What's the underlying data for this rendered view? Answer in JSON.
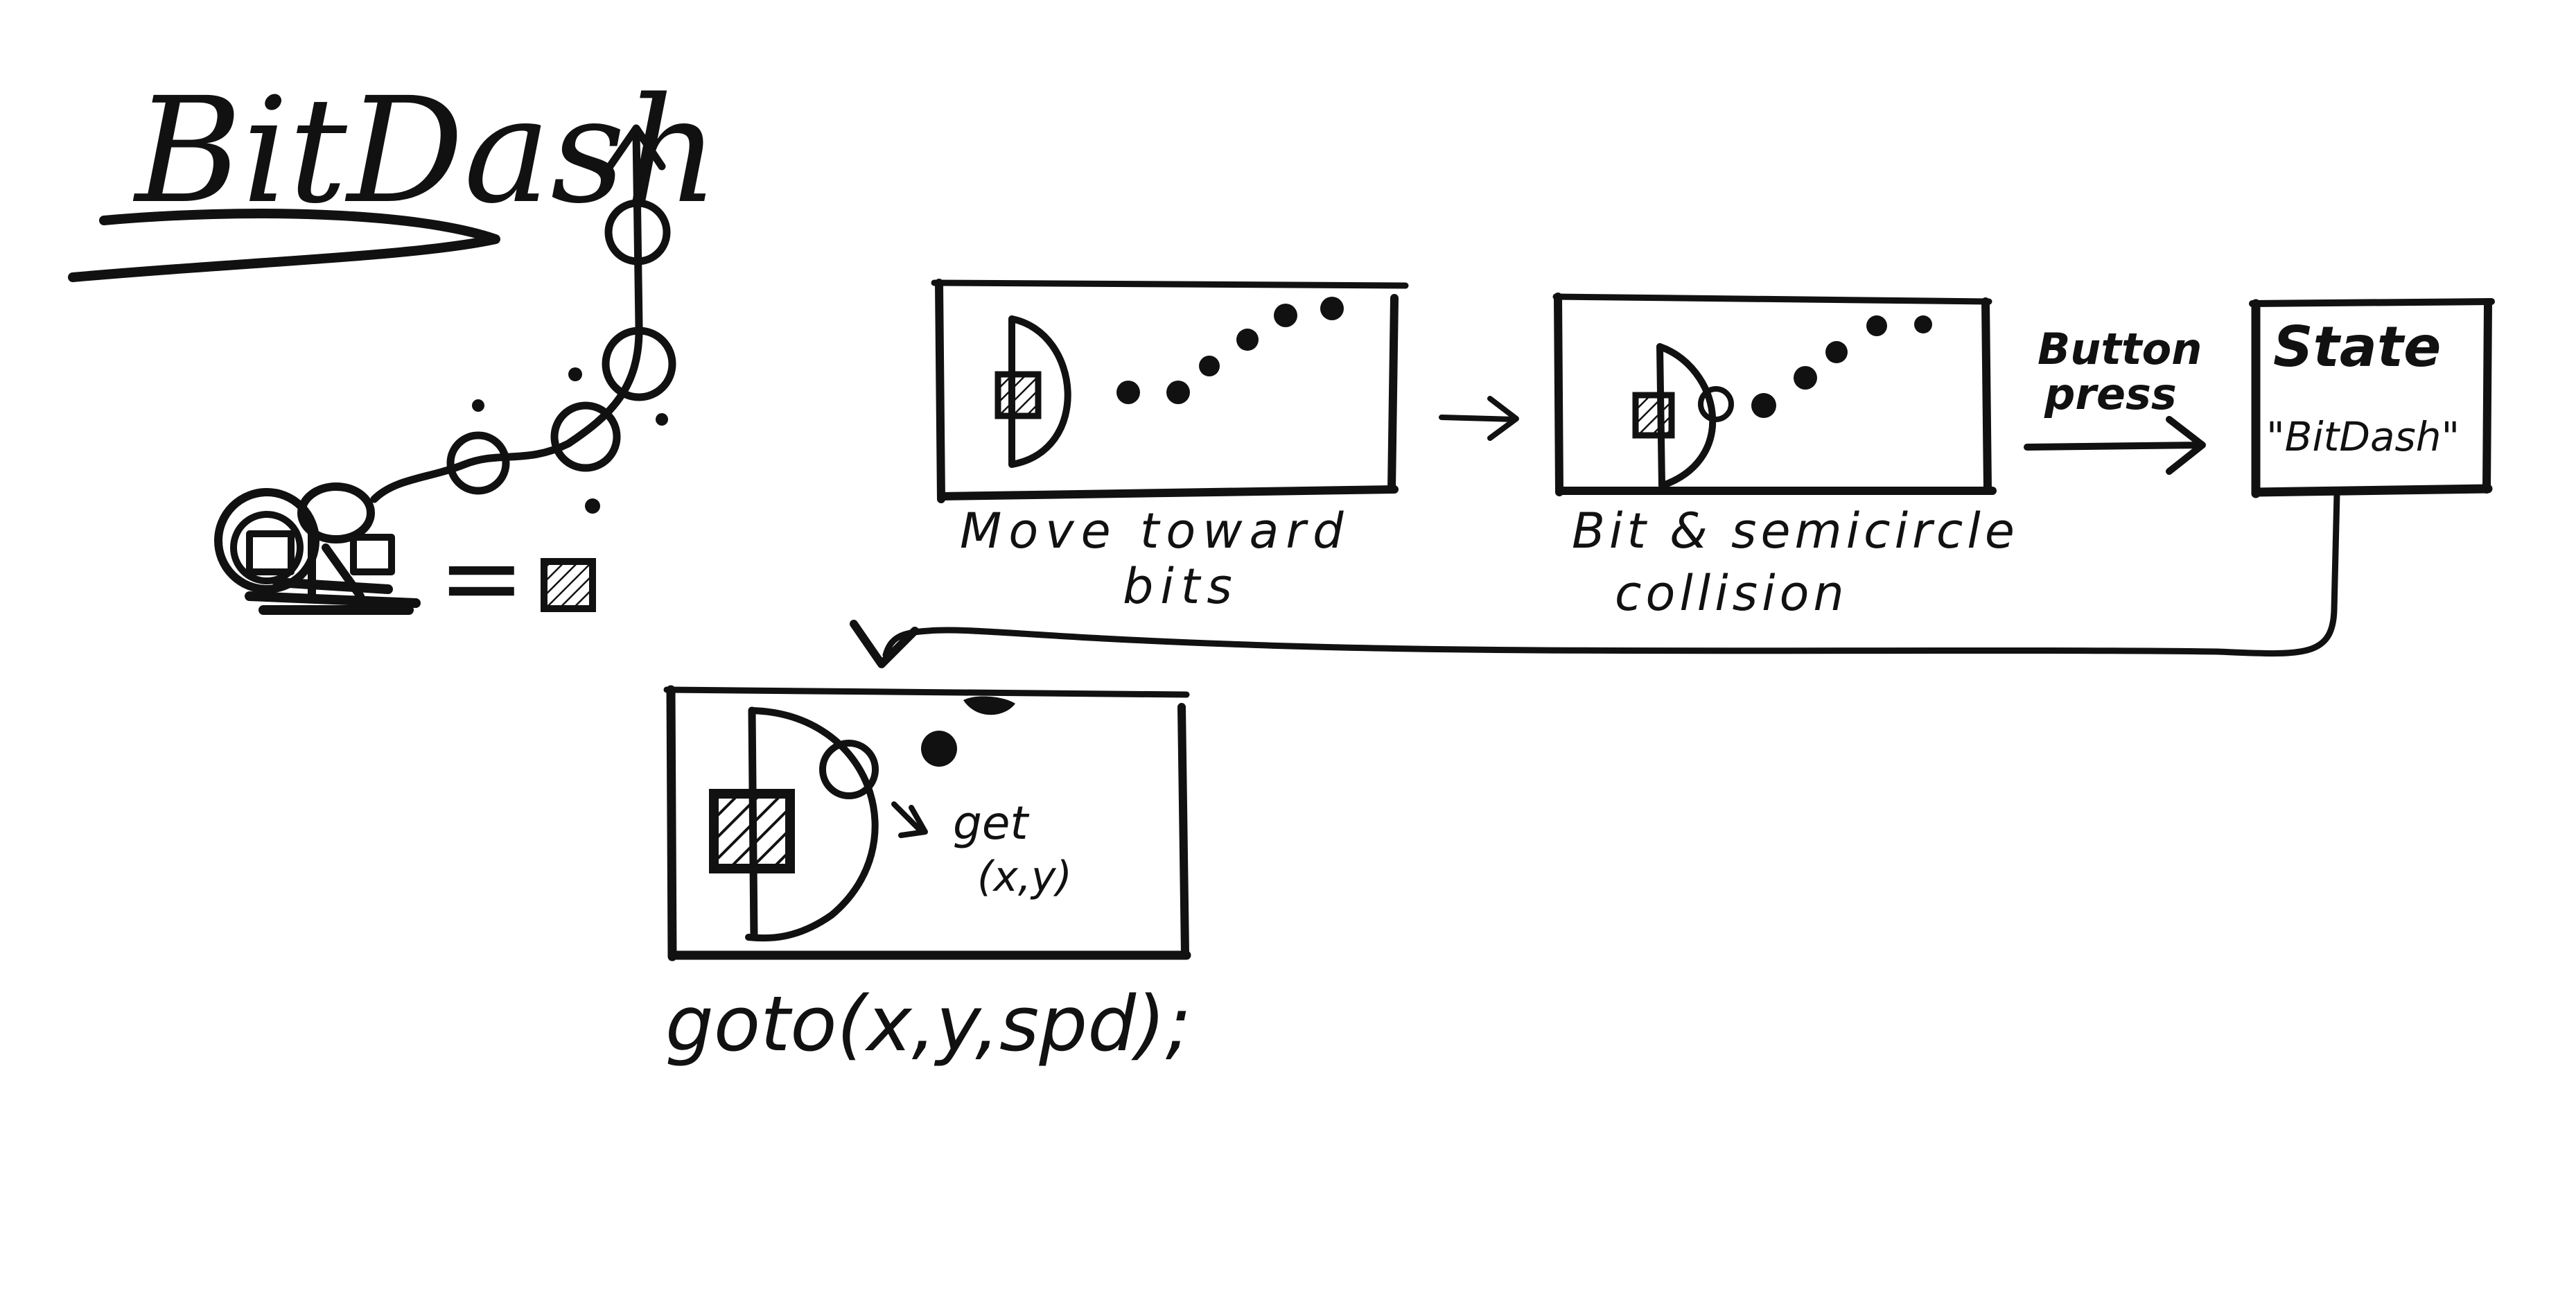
{
  "title": "BitDash",
  "panels": [
    {
      "caption_line1": "Move toward",
      "caption_line2": "bits"
    },
    {
      "caption_line1": "Bit & semicircle",
      "caption_line2": "collision"
    }
  ],
  "transition": {
    "line1": "Button",
    "line2": "press"
  },
  "state_box": {
    "label": "State",
    "value": "\"BitDash\""
  },
  "bottom_panel": {
    "annotation_line1": "get",
    "annotation_line2": "(x,y)",
    "caption": "goto(x,y,spd);"
  },
  "legend": {
    "equals": "="
  },
  "colors": {
    "ink": "#111111",
    "paper": "#ffffff"
  }
}
